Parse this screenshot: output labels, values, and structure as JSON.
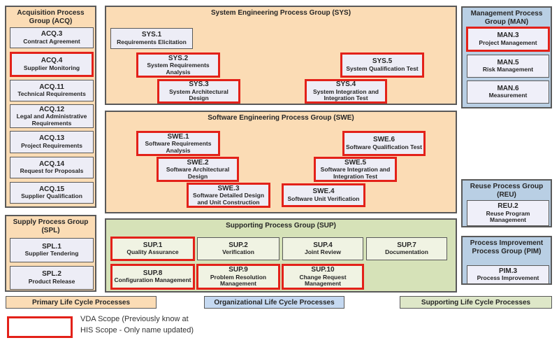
{
  "groups": {
    "acq": {
      "title": "Acquisition Process Group (ACQ)",
      "items": [
        {
          "id": "ACQ.3",
          "name": "Contract Agreement",
          "vda": false
        },
        {
          "id": "ACQ.4",
          "name": "Supplier Monitoring",
          "vda": true
        },
        {
          "id": "ACQ.11",
          "name": "Technical Requirements",
          "vda": false
        },
        {
          "id": "ACQ.12",
          "name": "Legal and Administrative Requirements",
          "vda": false
        },
        {
          "id": "ACQ.13",
          "name": "Project Requirements",
          "vda": false
        },
        {
          "id": "ACQ.14",
          "name": "Request for Proposals",
          "vda": false
        },
        {
          "id": "ACQ.15",
          "name": "Supplier Qualification",
          "vda": false
        }
      ]
    },
    "spl": {
      "title": "Supply Process Group (SPL)",
      "items": [
        {
          "id": "SPL.1",
          "name": "Supplier Tendering",
          "vda": false
        },
        {
          "id": "SPL.2",
          "name": "Product Release",
          "vda": false
        }
      ]
    },
    "sys": {
      "title": "System Engineering Process Group (SYS)",
      "items": [
        {
          "id": "SYS.1",
          "name": "Requirements Elicitation",
          "vda": false
        },
        {
          "id": "SYS.2",
          "name": "System Requirements Analysis",
          "vda": true
        },
        {
          "id": "SYS.3",
          "name": "System Architectural Design",
          "vda": true
        },
        {
          "id": "SYS.5",
          "name": "System Qualification Test",
          "vda": true
        },
        {
          "id": "SYS.4",
          "name": "System Integration and Integration Test",
          "vda": true
        }
      ]
    },
    "swe": {
      "title": "Software Engineering Process Group (SWE)",
      "items": [
        {
          "id": "SWE.1",
          "name": "Software Requirements Analysis",
          "vda": true
        },
        {
          "id": "SWE.2",
          "name": "Software Architectural Design",
          "vda": true
        },
        {
          "id": "SWE.3",
          "name": "Software Detailed Design and Unit Construction",
          "vda": true
        },
        {
          "id": "SWE.6",
          "name": "Software Qualification Test",
          "vda": true
        },
        {
          "id": "SWE.5",
          "name": "Software Integration and Integration Test",
          "vda": true
        },
        {
          "id": "SWE.4",
          "name": "Software Unit Verification",
          "vda": true
        }
      ]
    },
    "sup": {
      "title": "Supporting Process Group (SUP)",
      "items": [
        {
          "id": "SUP.1",
          "name": "Quality Assurance",
          "vda": true
        },
        {
          "id": "SUP.2",
          "name": "Verification",
          "vda": false
        },
        {
          "id": "SUP.4",
          "name": "Joint Review",
          "vda": false
        },
        {
          "id": "SUP.7",
          "name": "Documentation",
          "vda": false
        },
        {
          "id": "SUP.8",
          "name": "Configuration Management",
          "vda": true
        },
        {
          "id": "SUP.9",
          "name": "Problem Resolution Management",
          "vda": true
        },
        {
          "id": "SUP.10",
          "name": "Change Request Management",
          "vda": true
        }
      ]
    },
    "man": {
      "title": "Management Process Group (MAN)",
      "items": [
        {
          "id": "MAN.3",
          "name": "Project Management",
          "vda": true
        },
        {
          "id": "MAN.5",
          "name": "Risk Management",
          "vda": false
        },
        {
          "id": "MAN.6",
          "name": "Measurement",
          "vda": false
        }
      ]
    },
    "reu": {
      "title": "Reuse Process Group (REU)",
      "items": [
        {
          "id": "REU.2",
          "name": "Reuse Program Management",
          "vda": false
        }
      ]
    },
    "pim": {
      "title": "Process Improvement Process Group (PIM)",
      "items": [
        {
          "id": "PIM.3",
          "name": "Process Improvement",
          "vda": false
        }
      ]
    }
  },
  "legend": {
    "primary": "Primary Life Cycle Processes",
    "organizational": "Organizational Life Cycle Processes",
    "supporting": "Supporting Life Cycle Processes",
    "vda_note": "VDA Scope (Previously know at\nHIS Scope - Only name updated)"
  },
  "colors": {
    "primary_bg": "#fbdcb5",
    "organizational_bg": "#b9cfe4",
    "organizational_legend_bg": "#c5d9f1",
    "supporting_bg": "#d6e2b8",
    "supporting_legend_bg": "#dee7c8",
    "process_box_bg": "#ededf6",
    "vda_highlight": "#e32119"
  }
}
